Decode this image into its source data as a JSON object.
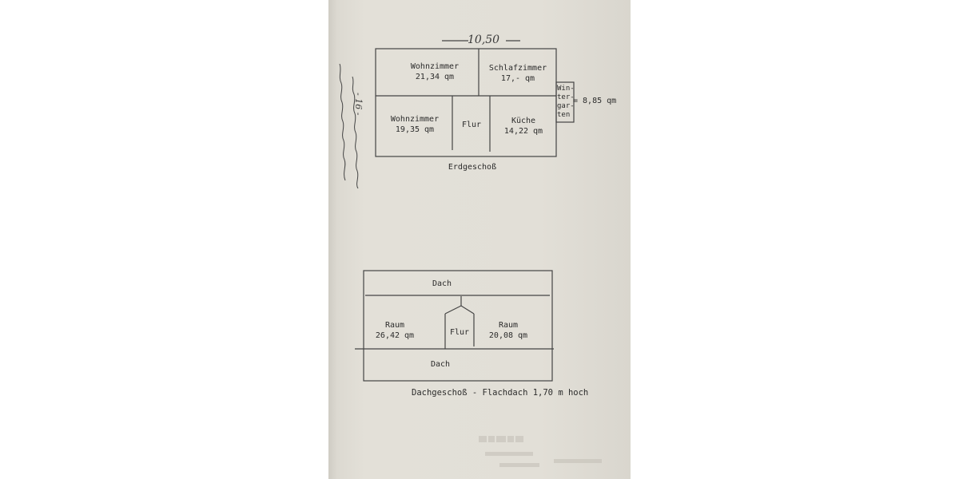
{
  "dimension_top": "10,50",
  "ground_floor": {
    "title": "Erdgeschoß",
    "rooms": {
      "wohnzimmer_top": {
        "name": "Wohnzimmer",
        "area": "21,34 qm"
      },
      "schlafzimmer": {
        "name": "Schlafzimmer",
        "area": "17,- qm"
      },
      "wohnzimmer_bottom": {
        "name": "Wohnzimmer",
        "area": "19,35 qm"
      },
      "flur": {
        "name": "Flur"
      },
      "kueche": {
        "name": "Küche",
        "area": "14,22 qm"
      },
      "wintergarten": {
        "lines": [
          "Win-",
          "ter-",
          "gar-",
          "ten"
        ],
        "area": "= 8,85 qm"
      }
    }
  },
  "attic": {
    "title": "Dachgeschoß - Flachdach 1,70 m hoch",
    "rooms": {
      "dach_top": {
        "name": "Dach"
      },
      "raum_left": {
        "name": "Raum",
        "area": "26,42 qm"
      },
      "flur": {
        "name": "Flur"
      },
      "raum_right": {
        "name": "Raum",
        "area": "20,08 qm"
      },
      "dach_bottom": {
        "name": "Dach"
      }
    }
  },
  "margin_note": {
    "dash": "- 16 -"
  },
  "colors": {
    "paper": "#e2dfd7",
    "ink": "#2b2b2b",
    "pencil": "#3a3a3a"
  }
}
